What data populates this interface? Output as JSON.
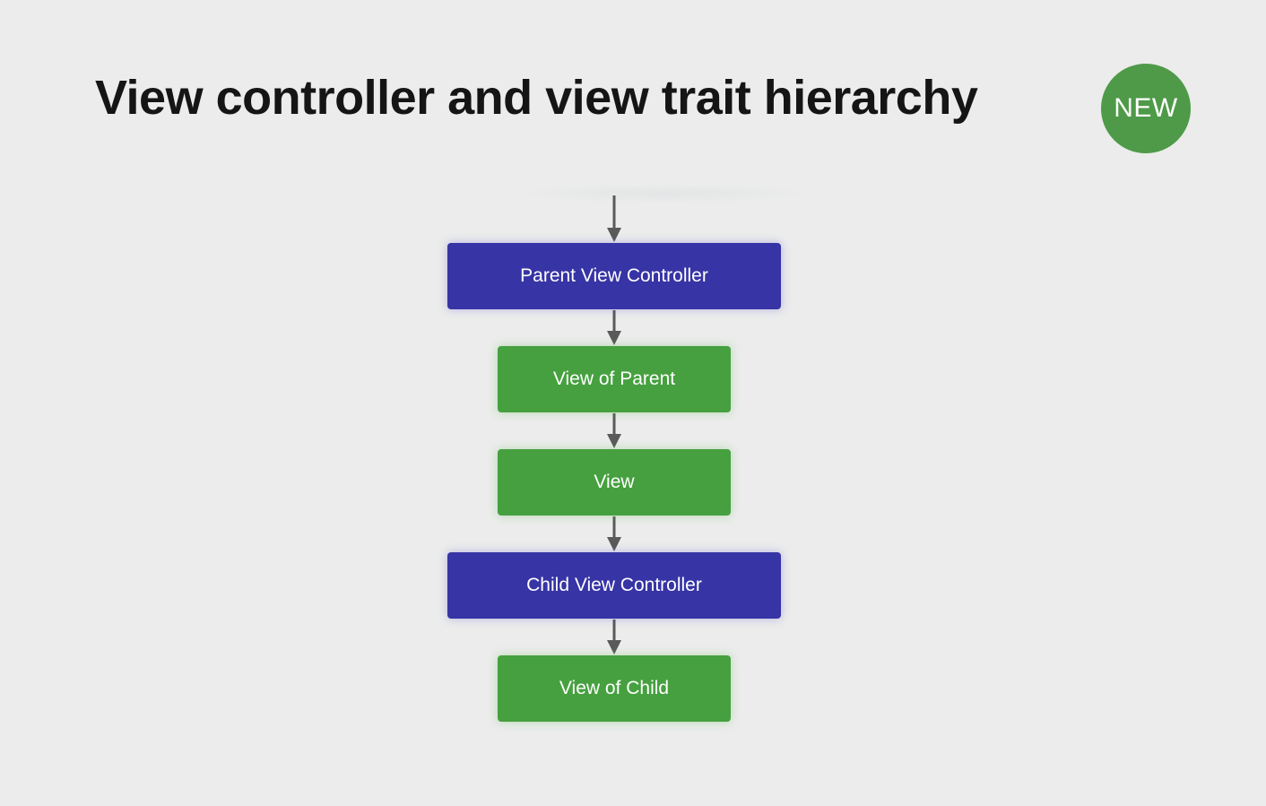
{
  "title": "View controller and view trait hierarchy",
  "badge": "NEW",
  "colors": {
    "background": "#ebeceb",
    "controller_node": "#3734a5",
    "view_node": "#46a03f",
    "badge": "#4e9a48",
    "arrow": "#5a5a5a"
  },
  "nodes": [
    {
      "label": "Parent View Controller",
      "kind": "controller"
    },
    {
      "label": "View of Parent",
      "kind": "view"
    },
    {
      "label": "View",
      "kind": "view"
    },
    {
      "label": "Child View Controller",
      "kind": "controller"
    },
    {
      "label": "View of Child",
      "kind": "view"
    }
  ]
}
